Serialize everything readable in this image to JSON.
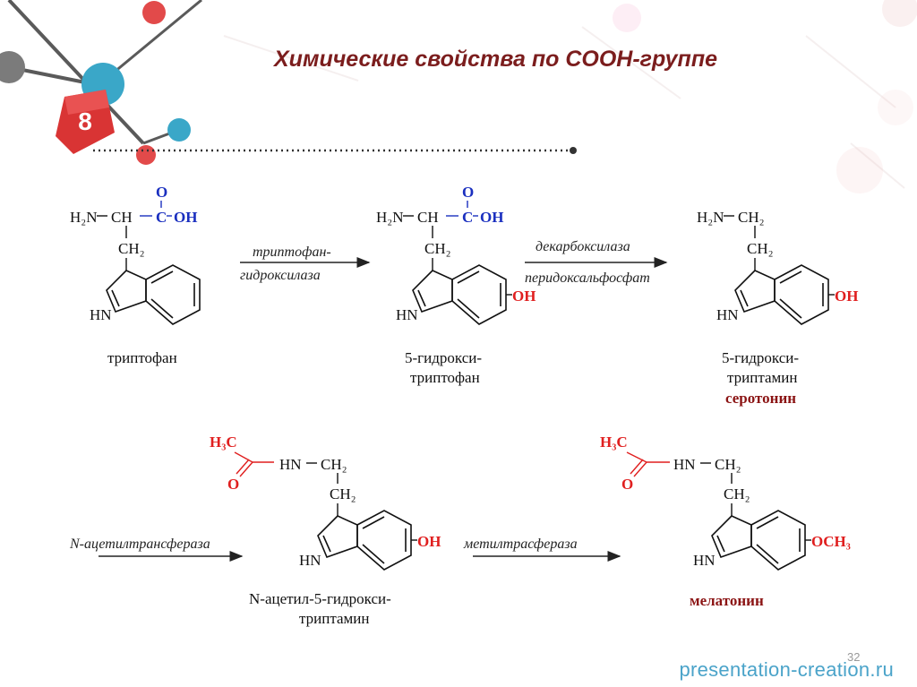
{
  "slide": {
    "title": "Химические свойства по СООН-группе",
    "badge": "8",
    "page_number": "32",
    "footer": "presentation-creation.ru"
  },
  "groups": {
    "h2n": "H₂N",
    "ch": "CH",
    "ch2": "CH₂",
    "c": "C",
    "o": "O",
    "oh": "OH",
    "hn": "HN",
    "hn_amide": "HN",
    "h3c": "H₃C",
    "och3": "OCH₃"
  },
  "compounds": {
    "tryptophan": "триптофан",
    "hydroxytryptophan_l1": "5-гидрокси-",
    "hydroxytryptophan_l2": "триптофан",
    "serotonin_l1": "5-гидрокси-",
    "serotonin_l2": "триптамин",
    "serotonin_name": "серотонин",
    "acetyl_l1": "N-ацетил-5-гидрокси-",
    "acetyl_l2": "триптамин",
    "melatonin": "мелатонин"
  },
  "enzymes": {
    "e1_l1": "триптофан-",
    "e1_l2": "гидроксилаза",
    "e2_l1": "декарбоксилаза",
    "e2_l2": "перидоксальфосфат",
    "e3": "N-ацетилтрансфераза",
    "e4": "метилтрасфераза"
  },
  "colors": {
    "title": "#7b1d1d",
    "carboxyl_blue": "#1a2fbf",
    "highlight_red": "#e01f1f",
    "name_dark_red": "#8b1414",
    "footer": "#4aa3c9",
    "badge": "#d93434"
  }
}
